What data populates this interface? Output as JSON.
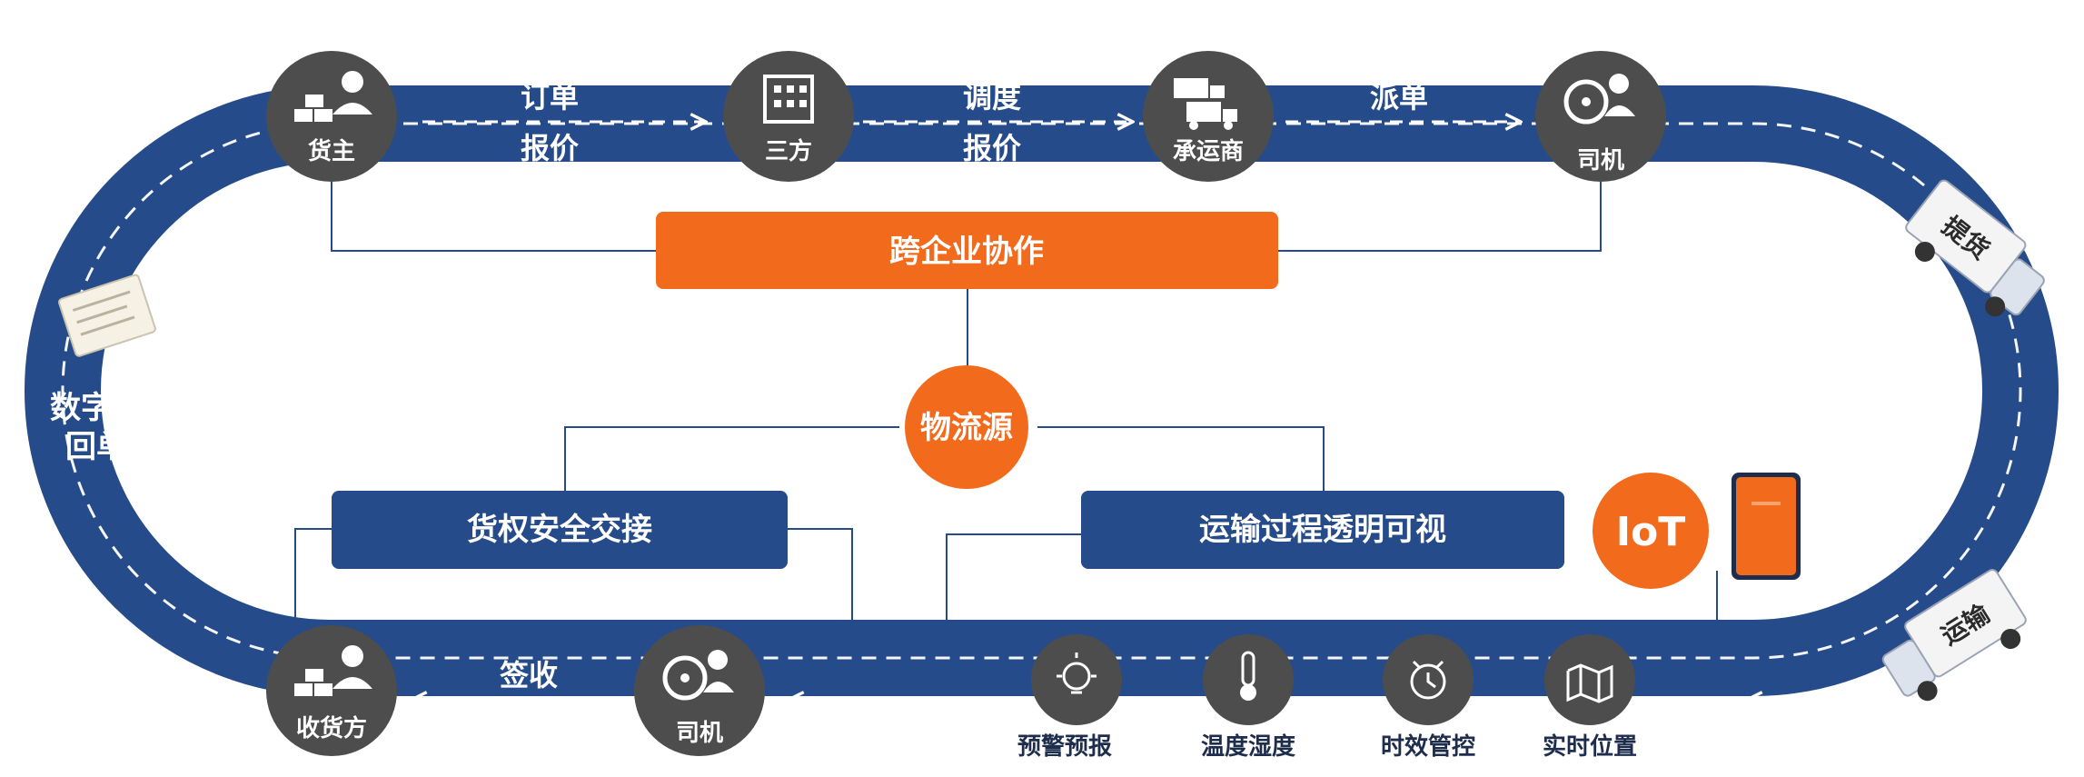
{
  "colors": {
    "track": "#264b8a",
    "orange": "#f26b1d",
    "node": "#4d4d4d",
    "line": "#264b8a"
  },
  "top_nodes": [
    {
      "icon": "shipper-icon",
      "label": "货主"
    },
    {
      "icon": "building-icon",
      "label": "三方"
    },
    {
      "icon": "trucks-icon",
      "label": "承运商"
    },
    {
      "icon": "driver-icon",
      "label": "司机"
    }
  ],
  "bottom_nodes": [
    {
      "icon": "receiver-icon",
      "label": "收货方"
    },
    {
      "icon": "driver-icon",
      "label": "司机"
    },
    {
      "icon": "lightbulb-icon",
      "label": "预警预报"
    },
    {
      "icon": "thermometer-icon",
      "label": "温度湿度"
    },
    {
      "icon": "alarm-clock-icon",
      "label": "时效管控"
    },
    {
      "icon": "map-pin-icon",
      "label": "实时位置"
    }
  ],
  "top_arrows": [
    {
      "line1": "订单",
      "line2": "报价"
    },
    {
      "line1": "调度",
      "line2": "报价"
    },
    {
      "line1": "派单",
      "line2": ""
    }
  ],
  "bottom_arrow": {
    "label": "签收"
  },
  "side_labels": {
    "left_line1": "数字化",
    "left_line2": "回单",
    "truck_top": "提货",
    "truck_bottom": "运输"
  },
  "boxes": {
    "collab": "跨企业协作",
    "center": "物流源",
    "cargo": "货权安全交接",
    "transport": "运输过程透明可视",
    "iot": "IoT"
  }
}
